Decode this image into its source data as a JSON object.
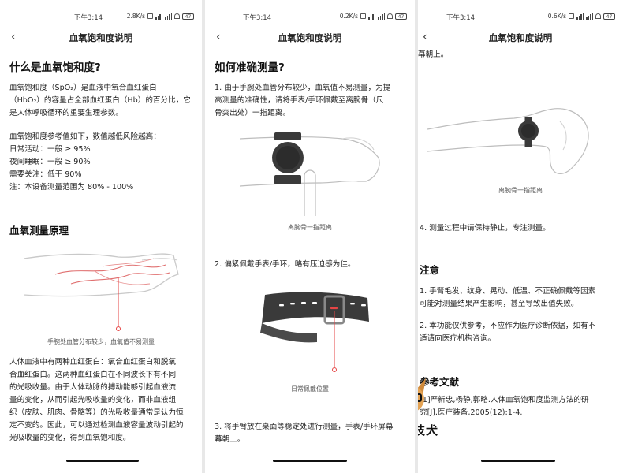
{
  "status_bar": {
    "time": "下午3:14",
    "speeds": [
      "2.8K/s",
      "0.2K/s",
      "0.6K/s"
    ],
    "battery": "47"
  },
  "navbar": {
    "back_icon": "chevron-left-icon",
    "title": "血氧饱和度说明"
  },
  "panel1": {
    "heading": "什么是血氧饱和度?",
    "intro": [
      "血氧饱和度（SpO₂）是血液中氧合血红蛋白",
      "（HbO₂）的容量占全部血红蛋白（Hb）的百分比，它",
      "是人体呼吸循环的重要生理参数。"
    ],
    "ref_lines": [
      "血氧饱和度参考值如下，数值越低风险越高：",
      "日常活动：一般 ≥ 95%",
      "夜间睡眠：一般 ≥ 90%",
      "需要关注：低于 90%",
      "注：本设备测量范围为 80% - 100%"
    ],
    "principle_heading": "血氧测量原理",
    "principle_caption": "手腕处血管分布较少，血氧值不易测量",
    "body": [
      "人体血液中有两种血红蛋白：氧合血红蛋白和脱氧",
      "合血红蛋白。这两种血红蛋白在不同波长下有不同",
      "的光吸收量。由于人体动脉的搏动能够引起血液流",
      "量的变化，从而引起光吸收量的变化，而非血液组",
      "织（皮肤、肌肉、骨骼等）的光吸收量通常是认为恒",
      "定不变的。因此，可以通过检测血液容量波动引起的",
      "光吸收量的变化，得到血氧饱和度。"
    ]
  },
  "panel2": {
    "heading": "如何准确测量?",
    "step1": [
      "1. 由于手腕处血管分布较少，血氧值不易测量，为提",
      "高测量的准确性，请将手表/手环佩戴至离腕骨（尺",
      "骨突出处）一指距离。"
    ],
    "caption1": "离腕骨一指距离",
    "step2": "2. 偏紧佩戴手表/手环，略有压迫感为佳。",
    "caption2": "日常佩戴位置",
    "step3": [
      "3. 将手臂放在桌面等稳定处进行测量，手表/手环屏幕",
      "幕朝上。"
    ]
  },
  "panel3": {
    "cont": "幕朝上。",
    "caption": "离腕骨一指距离",
    "step4": "4. 测量过程中请保持静止，专注测量。",
    "notice_heading": "注意",
    "notice1": [
      "1. 手臂毛发、纹身、晃动、低温、不正确佩戴等因素",
      "可能对测量结果产生影响，甚至导致出值失败。"
    ],
    "notice2": [
      "2. 本功能仅供参考，不应作为医疗诊断依据，如有不",
      "适请向医疗机构咨询。"
    ],
    "refs_heading": "参考文献",
    "refs": [
      "[1]严新忠,杨静,郭略.人体血氧饱和度监测方法的研",
      "究[J].医疗装备,2005(12):1-4."
    ],
    "watermark": "科技犬"
  },
  "colors": {
    "accent": "#e64545",
    "band": "#3a3a3a"
  }
}
